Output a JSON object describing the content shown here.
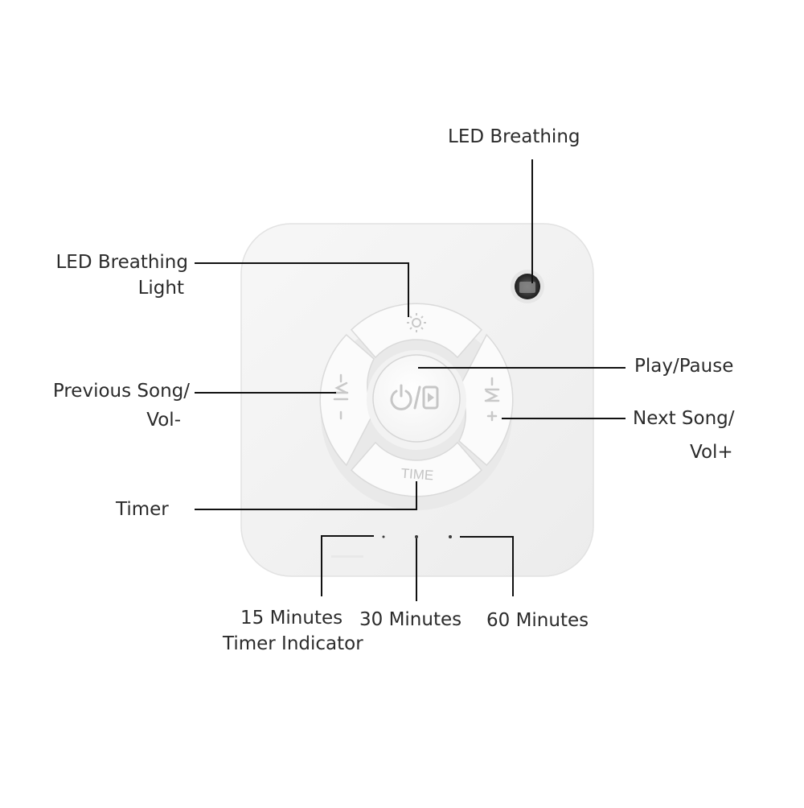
{
  "callouts": {
    "led_breathing_top": "LED Breathing",
    "led_light_line1": "LED Breathing",
    "led_light_line2": "Light",
    "play_pause": "Play/Pause",
    "prev_line1": "Previous Song/",
    "prev_line2": "Vol-",
    "next_line1": "Next Song/",
    "next_line2": "Vol+",
    "timer": "Timer",
    "min15_line1": "15 Minutes",
    "min15_line2": "Timer Indicator",
    "min30": "30 Minutes",
    "min60": "60 Minutes"
  },
  "device": {
    "time_button_text": "TIME"
  },
  "colors": {
    "device_body": "#f4f4f4",
    "button_face": "#fbfbfb",
    "engraving": "#c9c9c9",
    "leader_line": "#111111",
    "label_text": "#2b2b2b"
  },
  "icons": {
    "top_button": "sun-icon",
    "center_button": "power-play-pause-icon",
    "left_button": "previous-minus-icon",
    "right_button": "next-plus-icon"
  }
}
